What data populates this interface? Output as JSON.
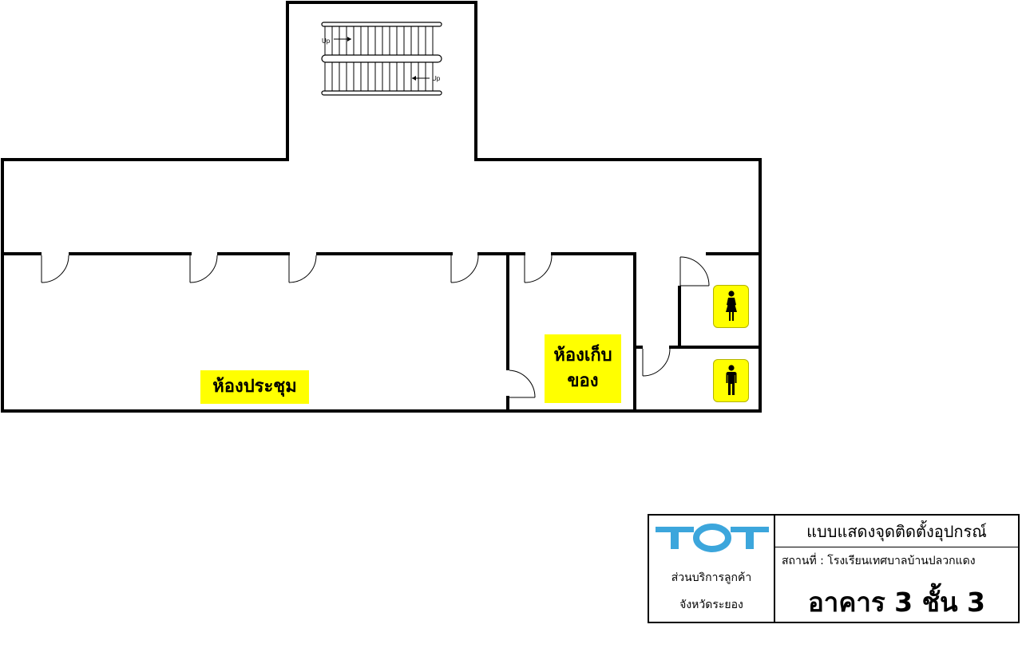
{
  "rooms": {
    "meeting_room": "ห้องประชุม",
    "storage_line1": "ห้องเก็บ",
    "storage_line2": "ของ"
  },
  "stairs": {
    "up_label_1": "Up",
    "up_label_2": "Up"
  },
  "restrooms": {
    "female_icon": "female-toilet-icon",
    "male_icon": "male-toilet-icon"
  },
  "title_block": {
    "logo_text": "TOT",
    "department_line1": "ส่วนบริการลูกค้า",
    "department_line2": "จังหวัดระยอง",
    "heading": "แบบแสดงจุดติดตั้งอุปกรณ์",
    "location": "สถานที่ : โรงเรียนเทศบาลบ้านปลวกแดง",
    "building": "อาคาร 3 ชั้น 3"
  },
  "colors": {
    "label_fill": "#ffff00",
    "logo_blue": "#3ca6dc",
    "walls": "#000000"
  }
}
